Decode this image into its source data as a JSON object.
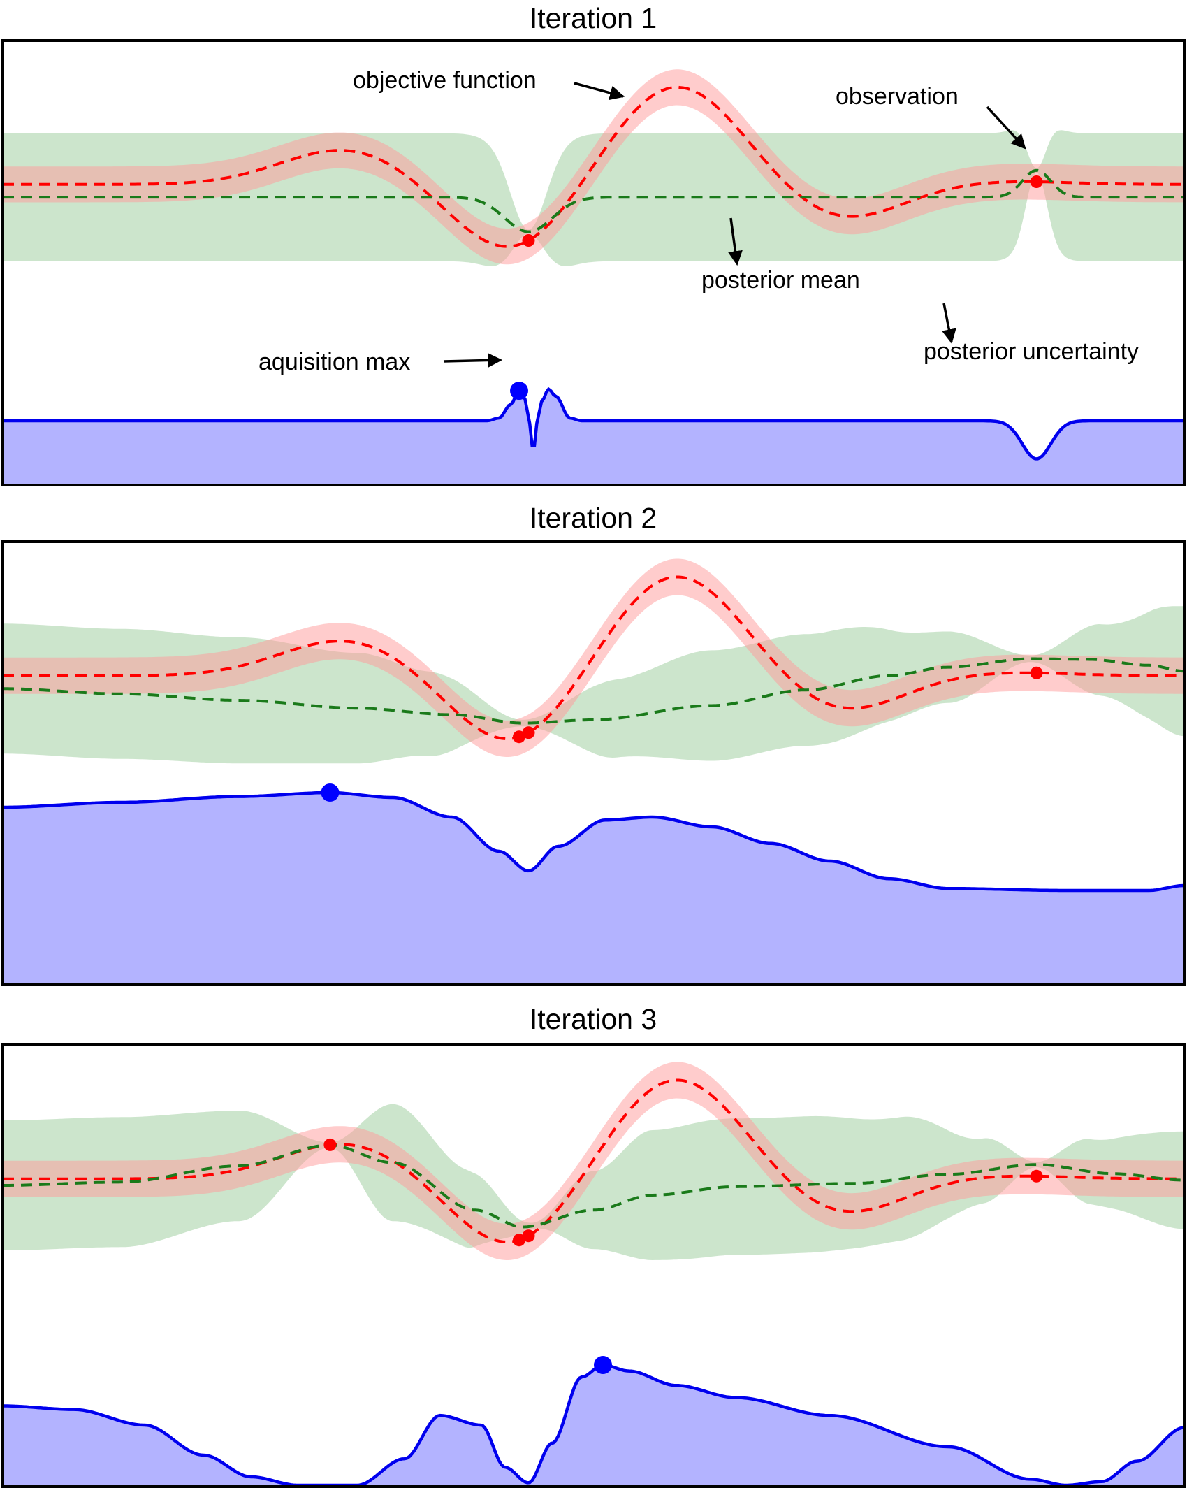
{
  "colors": {
    "objective": "#ff0000",
    "objective_band": "#ff9999",
    "posterior_mean": "#1a7a1a",
    "posterior_band": "#99cc99",
    "acquisition_line": "#0000ee",
    "acquisition_fill": "#8080ff",
    "observation": "#ff0000",
    "acquisition_max": "#0000ff"
  },
  "annotations": {
    "objective_function": "objective function",
    "observation": "observation",
    "posterior_mean": "posterior mean",
    "posterior_uncertainty": "posterior uncertainty",
    "acquisition_max": "aquisition max"
  },
  "chart_data": [
    {
      "type": "line",
      "title": "Iteration 1",
      "xlim": [
        0,
        1
      ],
      "ylim": [
        -1.5,
        2.5
      ],
      "grid": false,
      "legend": "none",
      "observations_x": [
        0.445,
        0.875
      ],
      "acquisition_max_x": 0.437,
      "acquisition": {
        "x": [
          0,
          0.41,
          0.42,
          0.43,
          0.437,
          0.442,
          0.446,
          0.448,
          0.45,
          0.452,
          0.456,
          0.462,
          0.468,
          0.48,
          0.49,
          1.0
        ],
        "y": [
          0.0,
          0.0,
          0.05,
          0.3,
          0.55,
          0.4,
          -0.05,
          -0.45,
          -0.45,
          -0.05,
          0.35,
          0.58,
          0.45,
          0.05,
          0.0,
          0.0
        ],
        "dip": {
          "center": 0.875,
          "depth": 0.7,
          "width": 0.012
        }
      },
      "posterior": {
        "mean_base": 0.4,
        "sd_base": 1.0,
        "points": [
          {
            "x": 0.445,
            "y": -0.14,
            "w": 0.02
          },
          {
            "x": 0.875,
            "y": 0.82,
            "w": 0.012
          }
        ]
      }
    },
    {
      "type": "line",
      "title": "Iteration 2",
      "xlim": [
        0,
        1
      ],
      "ylim": [
        -1.5,
        2.5
      ],
      "grid": false,
      "legend": "none",
      "observations_x": [
        0.437,
        0.445,
        0.875
      ],
      "acquisition_max_x": 0.277,
      "acquisition": {
        "x": [
          0,
          0.1,
          0.2,
          0.277,
          0.33,
          0.38,
          0.42,
          0.445,
          0.47,
          0.51,
          0.55,
          0.6,
          0.65,
          0.7,
          0.75,
          0.8,
          0.9,
          0.97,
          1.0
        ],
        "y": [
          0.85,
          0.9,
          0.96,
          1.0,
          0.95,
          0.75,
          0.4,
          0.2,
          0.45,
          0.72,
          0.75,
          0.65,
          0.48,
          0.3,
          0.12,
          0.02,
          0.0,
          0.0,
          0.05
        ],
        "dip": null
      },
      "posterior": {
        "mean_x": [
          0,
          0.1,
          0.2,
          0.3,
          0.38,
          0.44,
          0.5,
          0.6,
          0.68,
          0.75,
          0.8,
          0.87,
          0.92,
          0.97,
          1.0
        ],
        "mean_y": [
          0.4,
          0.32,
          0.22,
          0.1,
          0.0,
          -0.13,
          -0.08,
          0.14,
          0.38,
          0.6,
          0.73,
          0.86,
          0.85,
          0.76,
          0.67
        ],
        "sd_x": [
          0,
          0.1,
          0.2,
          0.3,
          0.36,
          0.44,
          0.52,
          0.6,
          0.7,
          0.8,
          0.87,
          0.93,
          1.0
        ],
        "sd_y": [
          1.0,
          1.0,
          0.97,
          0.85,
          0.65,
          0.05,
          0.6,
          0.85,
          0.86,
          0.55,
          0.05,
          0.55,
          1.0
        ]
      }
    },
    {
      "type": "line",
      "title": "Iteration 3",
      "xlim": [
        0,
        1
      ],
      "ylim": [
        -1.5,
        2.5
      ],
      "grid": false,
      "legend": "none",
      "observations_x": [
        0.277,
        0.437,
        0.445,
        0.875
      ],
      "acquisition_max_x": 0.508,
      "acquisition": {
        "x": [
          0,
          0.06,
          0.12,
          0.17,
          0.21,
          0.25,
          0.3,
          0.34,
          0.37,
          0.405,
          0.425,
          0.445,
          0.465,
          0.49,
          0.508,
          0.53,
          0.57,
          0.62,
          0.7,
          0.8,
          0.87,
          0.9,
          0.93,
          0.96,
          1.0
        ],
        "y": [
          0.66,
          0.63,
          0.5,
          0.25,
          0.07,
          0.0,
          0.0,
          0.22,
          0.58,
          0.5,
          0.15,
          0.02,
          0.35,
          0.9,
          1.0,
          0.95,
          0.83,
          0.73,
          0.58,
          0.32,
          0.05,
          0.0,
          0.03,
          0.2,
          0.48
        ],
        "dip": null
      },
      "posterior": {
        "mean_x": [
          0,
          0.1,
          0.2,
          0.277,
          0.33,
          0.4,
          0.44,
          0.5,
          0.55,
          0.62,
          0.72,
          0.8,
          0.875,
          0.94,
          1.0
        ],
        "mean_y": [
          0.5,
          0.55,
          0.8,
          1.12,
          0.85,
          0.12,
          -0.14,
          0.12,
          0.35,
          0.48,
          0.53,
          0.67,
          0.82,
          0.68,
          0.58
        ],
        "sd_x": [
          0,
          0.1,
          0.2,
          0.277,
          0.33,
          0.39,
          0.45,
          0.5,
          0.55,
          0.6,
          0.68,
          0.76,
          0.83,
          0.875,
          0.92,
          1.0
        ],
        "sd_y": [
          1.0,
          1.0,
          0.85,
          0.04,
          0.9,
          0.6,
          0.05,
          0.6,
          1.0,
          1.05,
          1.05,
          0.95,
          0.5,
          0.04,
          0.5,
          0.75
        ]
      }
    }
  ]
}
